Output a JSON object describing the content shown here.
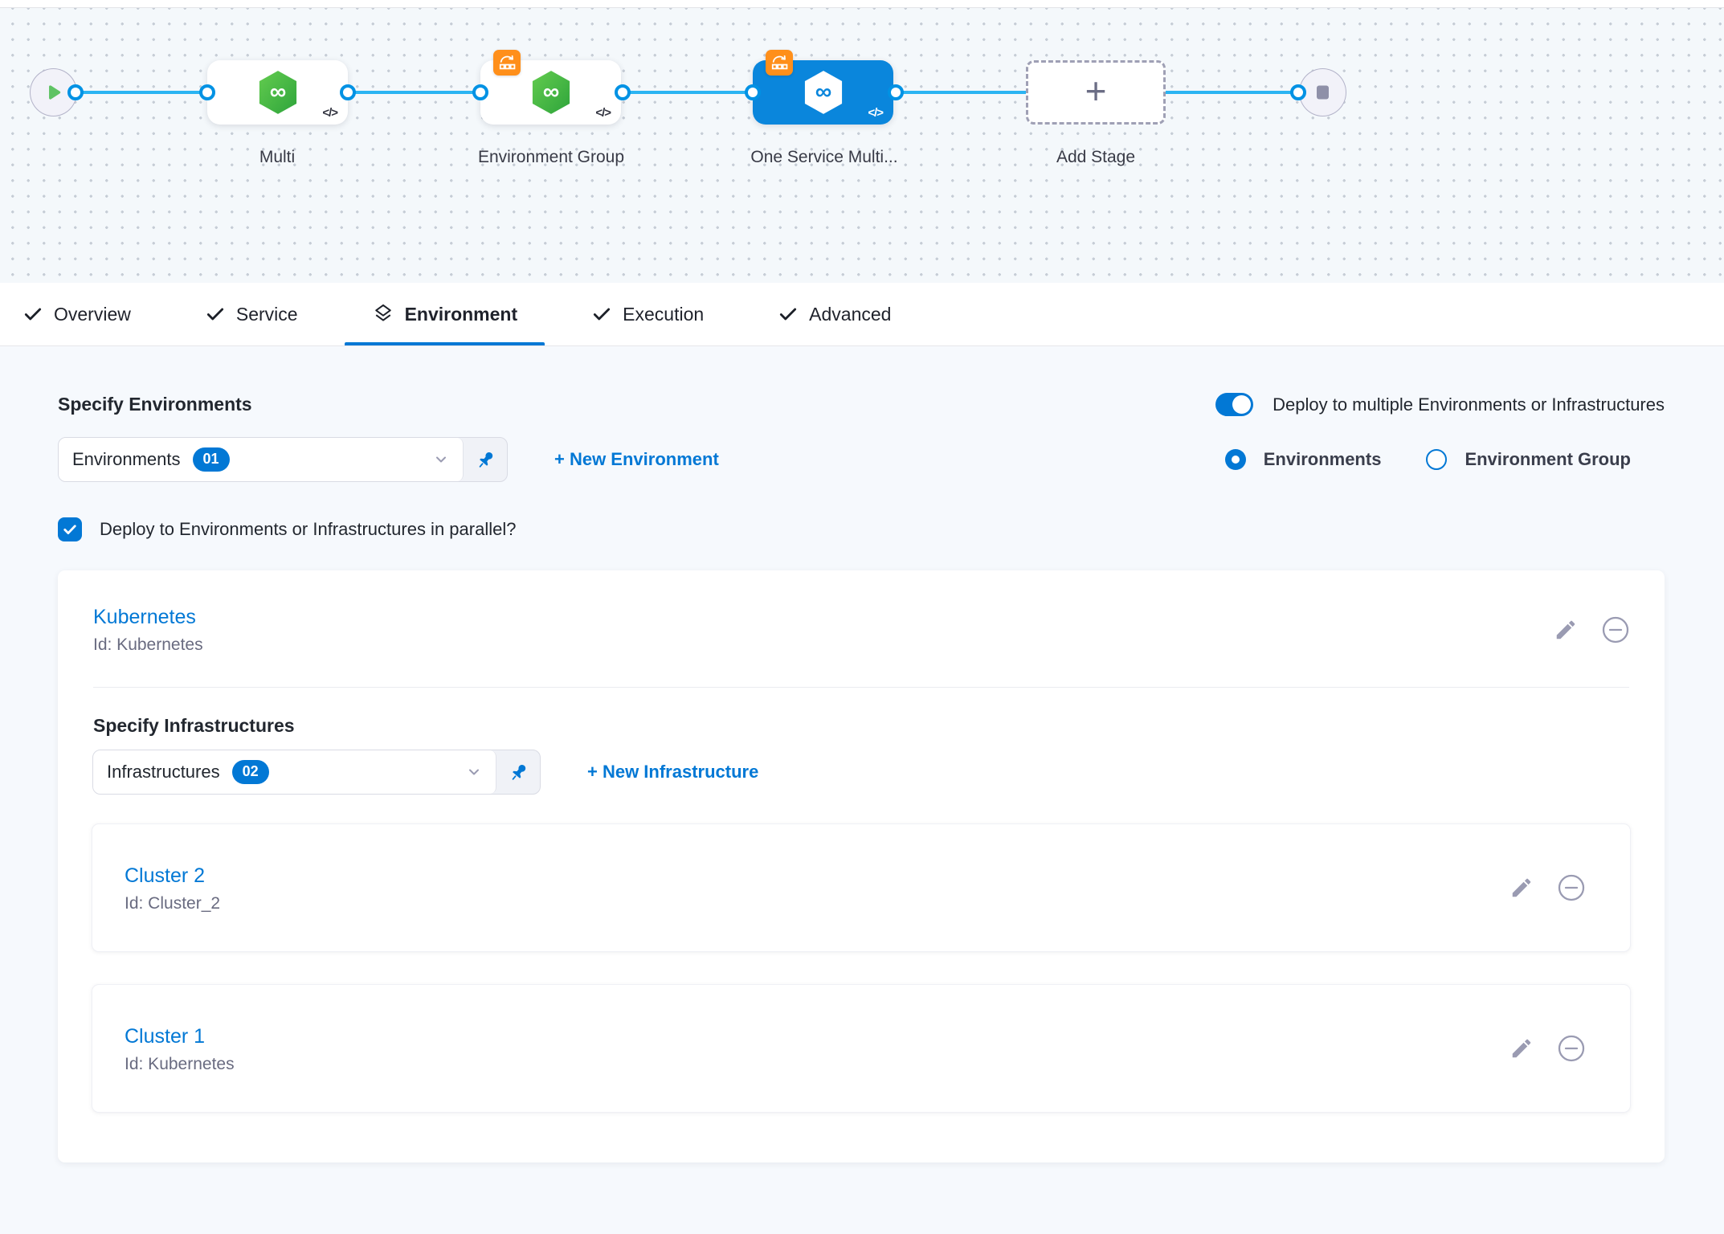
{
  "pipeline": {
    "stages": [
      {
        "label": "Multi",
        "selected": false,
        "has_badge": false
      },
      {
        "label": "Environment Group",
        "selected": false,
        "has_badge": true
      },
      {
        "label": "One Service Multi...",
        "selected": true,
        "has_badge": true
      }
    ],
    "add_stage_label": "Add Stage"
  },
  "tabs": [
    {
      "label": "Overview",
      "state": "done"
    },
    {
      "label": "Service",
      "state": "done"
    },
    {
      "label": "Environment",
      "state": "active"
    },
    {
      "label": "Execution",
      "state": "done"
    },
    {
      "label": "Advanced",
      "state": "done"
    }
  ],
  "environment_section": {
    "heading": "Specify Environments",
    "select": {
      "value": "Environments",
      "count": "01"
    },
    "new_environment_label": "+ New Environment",
    "toggle_label": "Deploy to multiple Environments or Infrastructures",
    "radio_environments": "Environments",
    "radio_environment_group": "Environment Group",
    "parallel_checkbox_label": "Deploy to Environments or Infrastructures in parallel?"
  },
  "environment_card": {
    "title": "Kubernetes",
    "id": "Id: Kubernetes",
    "infrastructure_section": {
      "heading": "Specify Infrastructures",
      "select": {
        "value": "Infrastructures",
        "count": "02"
      },
      "new_infrastructure_label": "+ New Infrastructure"
    },
    "infrastructures": [
      {
        "title": "Cluster 2",
        "id": "Id: Cluster_2"
      },
      {
        "title": "Cluster 1",
        "id": "Id: Kubernetes"
      }
    ]
  },
  "colors": {
    "primary_blue": "#0278d5",
    "selected_stage_blue": "#0a86dc",
    "connector_blue": "#2bb4f2",
    "stage_icon_green": "#43b545",
    "badge_orange": "#ff8f1a",
    "muted_icon_gray": "#9a9bb2",
    "id_text_gray": "#696b80"
  }
}
